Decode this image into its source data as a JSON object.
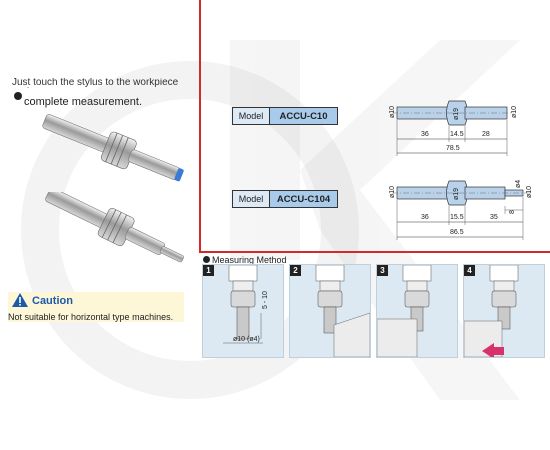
{
  "intro": {
    "cut_line": "Just touch the stylus to the workpiece surface to",
    "line": "complete measurement."
  },
  "caution": {
    "title": "Caution",
    "text": "Not suitable for horizontal type machines."
  },
  "models": [
    {
      "key": "Model",
      "name": "ACCU-C10",
      "dims": {
        "d1": "ø10",
        "d2": "ø19",
        "d3": "ø10",
        "a": "36",
        "b": "14.5",
        "c": "28",
        "total": "78.5"
      }
    },
    {
      "key": "Model",
      "name": "ACCU-C104",
      "dims": {
        "d1": "ø10",
        "d2": "ø19",
        "d3": "ø10",
        "d4": "ø4",
        "e": "8",
        "a": "36",
        "b": "15.5",
        "c": "35",
        "total": "86.5"
      }
    }
  ],
  "method": {
    "title": "Measuring Method",
    "steps": [
      "1",
      "2",
      "3",
      "4"
    ],
    "step1_range": "5 - 10",
    "step1_dia": "ø10 (ø4)"
  },
  "colors": {
    "red_line": "#d62828",
    "model_key_bg": "#dde9f5",
    "model_name_bg": "#a9cbeb",
    "caution_bg": "#fdf6d7",
    "caution_title": "#1a5aa8",
    "panel_bg": "#dce9f3"
  }
}
